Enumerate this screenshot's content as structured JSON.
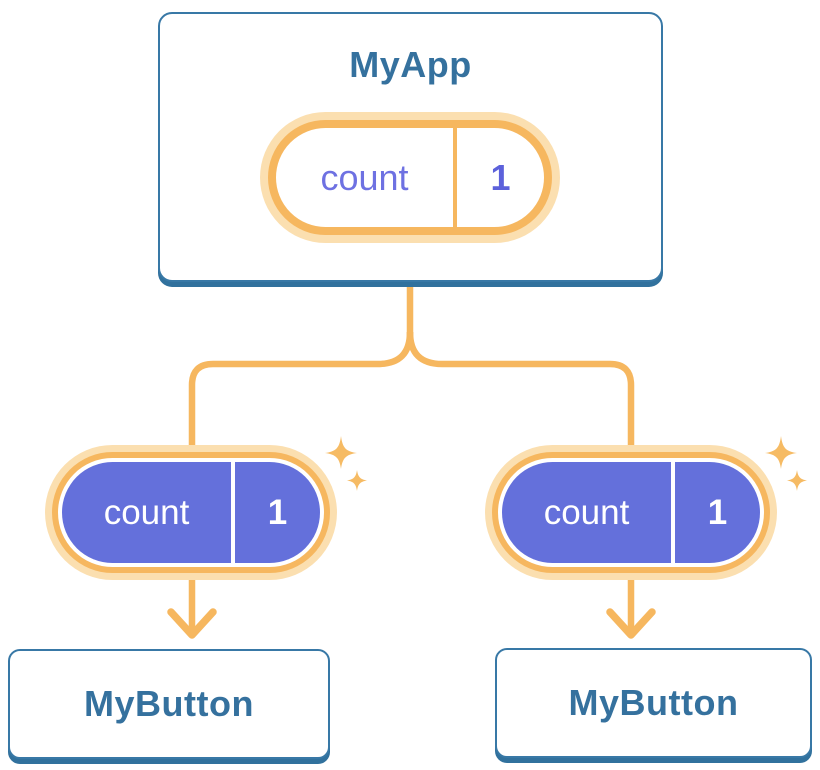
{
  "diagram": {
    "parent": {
      "title": "MyApp",
      "state": {
        "name": "count",
        "value": "1"
      }
    },
    "children": [
      {
        "title": "MyButton",
        "prop": {
          "name": "count",
          "value": "1"
        }
      },
      {
        "title": "MyButton",
        "prop": {
          "name": "count",
          "value": "1"
        }
      }
    ],
    "colors": {
      "card_border": "#3878A6",
      "card_bottom_band": "#31719D",
      "card_text": "#35719E",
      "connector_orange": "#F6B75F",
      "pill_halo": "#FBDFB0",
      "prop_pill_purple": "#6470DB",
      "state_name_text": "#6E71E2",
      "state_value_text": "#5C61DB",
      "sparkle": "#F6BB64"
    }
  }
}
